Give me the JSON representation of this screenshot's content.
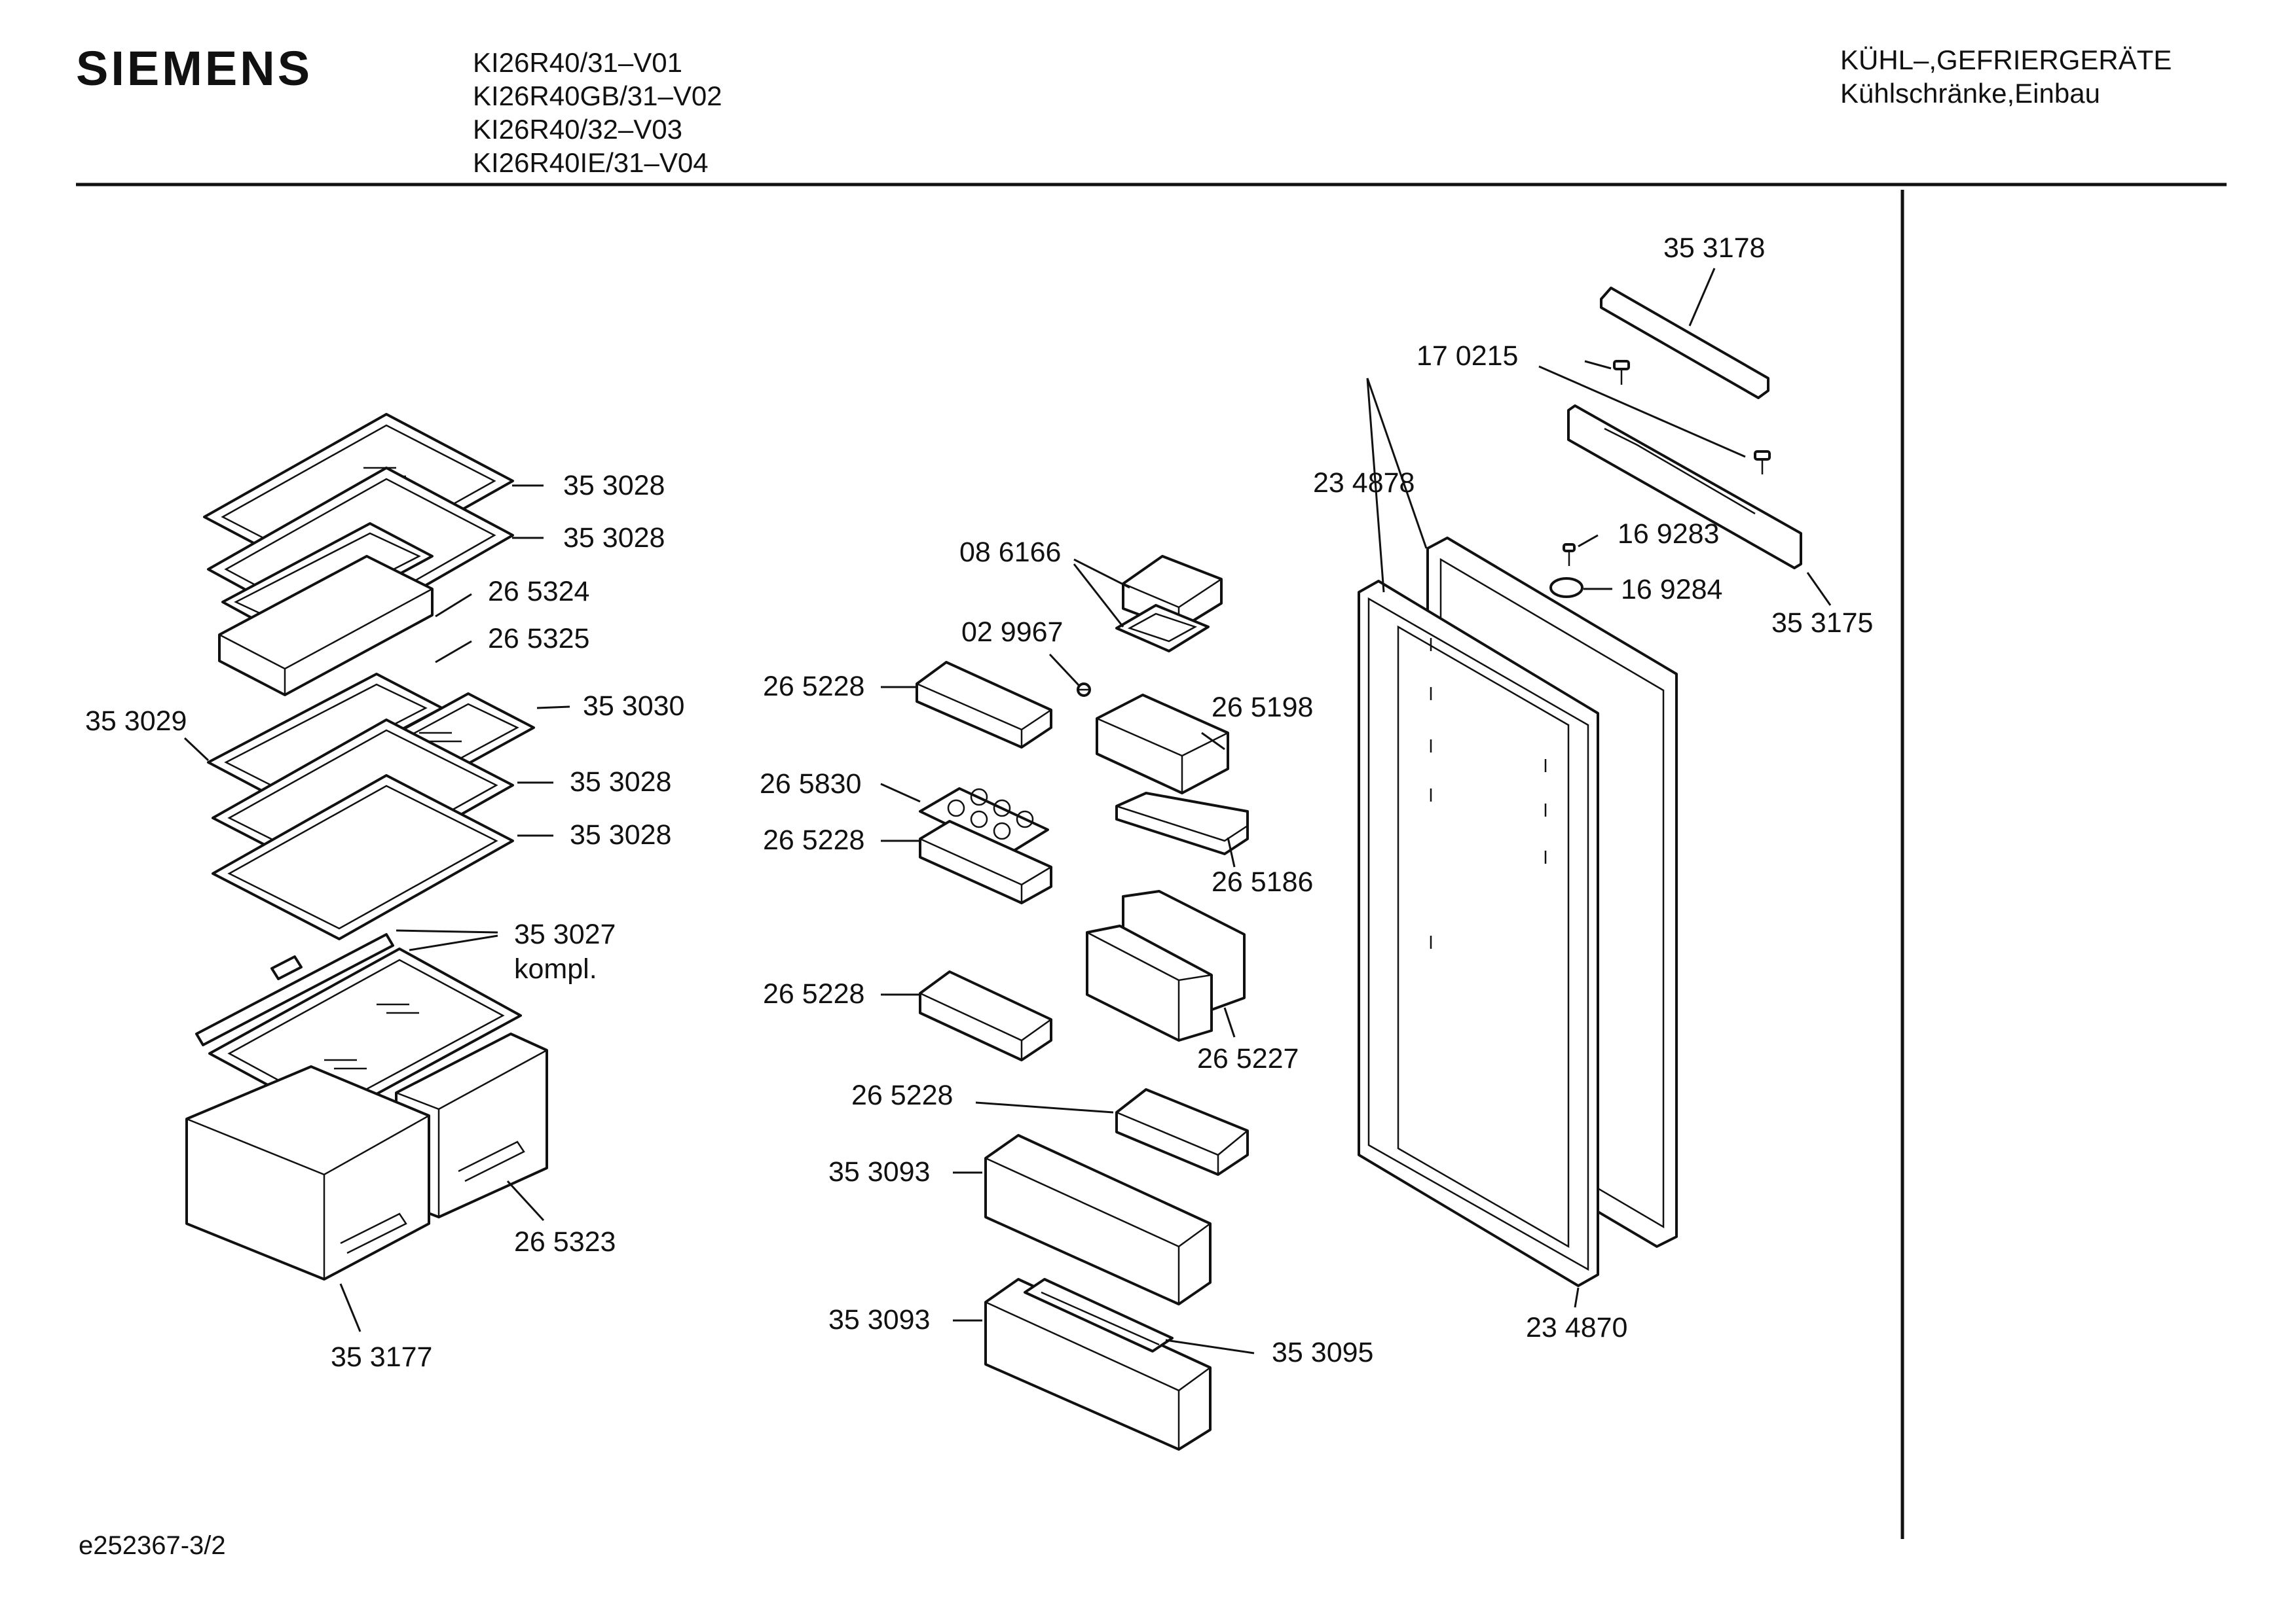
{
  "header": {
    "brand": "SIEMENS",
    "models": [
      "KI26R40/31–V01",
      "KI26R40GB/31–V02",
      "KI26R40/32–V03",
      "KI26R40IE/31–V04"
    ],
    "category_line1": "KÜHL–,GEFRIERGERÄTE",
    "category_line2": "Kühlschränke,Einbau"
  },
  "labels": {
    "shelf_top_1": "35 3028",
    "shelf_top_2": "35 3028",
    "shelf_frame_1": "26 5324",
    "shelf_frame_2": "26 5325",
    "split_shelf_left": "35 3029",
    "split_shelf_right": "35 3030",
    "shelf_mid_1": "35 3028",
    "shelf_mid_2": "35 3028",
    "crisper_cover": "35 3027",
    "crisper_cover_note": "kompl.",
    "crisper_small": "26 5323",
    "crisper_large": "35 3177",
    "butter_box": "08 6166",
    "clip": "02 9967",
    "door_shelf_1": "26 5228",
    "egg_tray": "26 5830",
    "door_shelf_2": "26 5228",
    "door_shelf_3": "26 5228",
    "door_shelf_4": "26 5228",
    "flap_box": "26 5198",
    "flap_base": "26 5186",
    "bottle_holder": "26 5227",
    "bottle_shelf_1": "35 3093",
    "bottle_shelf_2": "35 3093",
    "bottle_retainer": "35 3095",
    "door_gasket": "23 4870",
    "door_panel": "23 4878",
    "cover_strip": "35 3178",
    "screw_1": "17 0215",
    "hinge_rail": "35 3175",
    "screw_2": "16 9283",
    "cap": "16 9284"
  },
  "footer": {
    "drawing_id": "e252367-3/2"
  }
}
